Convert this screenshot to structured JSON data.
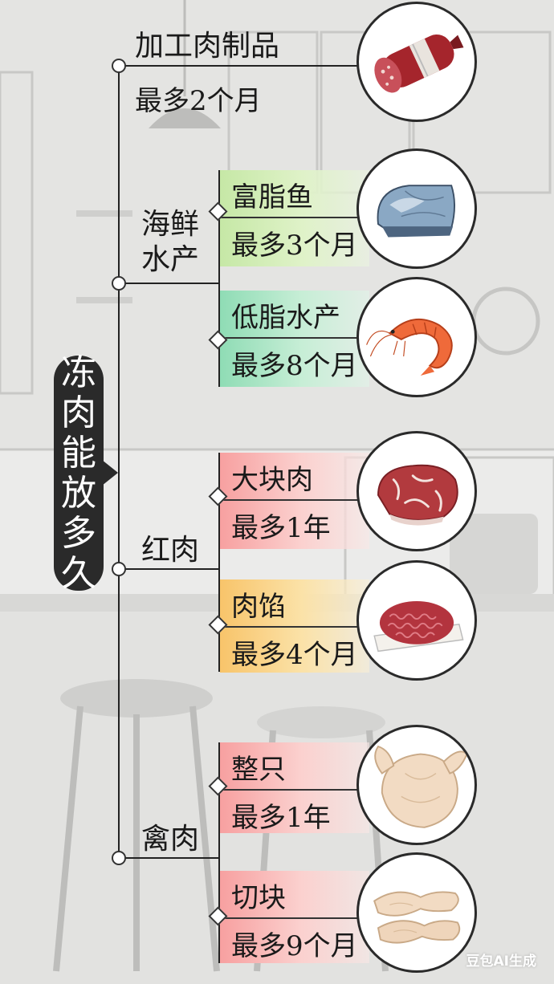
{
  "title": "冻肉能放多久",
  "processed": {
    "name": "加工肉制品",
    "duration": "最多2个月"
  },
  "seafood": {
    "name": "海鲜水产",
    "items": [
      {
        "name": "富脂鱼",
        "duration": "最多3个月"
      },
      {
        "name": "低脂水产",
        "duration": "最多8个月"
      }
    ]
  },
  "red_meat": {
    "name": "红肉",
    "items": [
      {
        "name": "大块肉",
        "duration": "最多1年"
      },
      {
        "name": "肉馅",
        "duration": "最多4个月"
      }
    ]
  },
  "poultry": {
    "name": "禽肉",
    "items": [
      {
        "name": "整只",
        "duration": "最多1年"
      },
      {
        "name": "切块",
        "duration": "最多9个月"
      }
    ]
  },
  "icons": [
    "sausage-icon",
    "salmon-steak-icon",
    "shrimp-icon",
    "beef-steak-icon",
    "ground-meat-icon",
    "whole-chicken-icon",
    "chicken-wings-icon"
  ],
  "colors": {
    "green": "#c6e8a6",
    "teal": "#8fdcb5",
    "red": "#f7a0a0",
    "orange": "#f8c46a",
    "title_bg": "#2a2a2a"
  },
  "watermark": "豆包AI生成"
}
